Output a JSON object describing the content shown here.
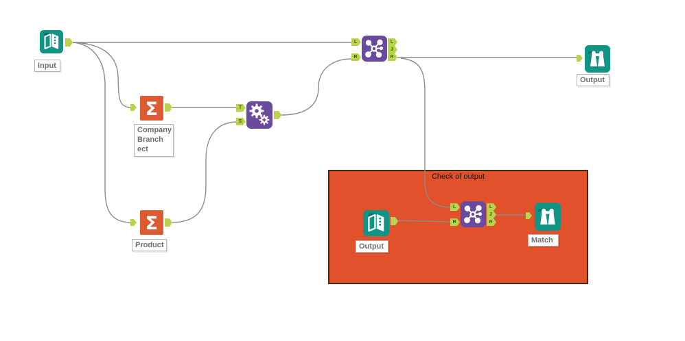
{
  "colors": {
    "canvas_bg": "#ffffff",
    "teal": "#0f9486",
    "teal_dark": "#0a7568",
    "orange": "#dd5b33",
    "purple": "#6a4a9e",
    "anchor_green": "#b8d44c",
    "wire": "#8c8c8c",
    "container_fill": "#e0512c",
    "container_border": "#3f2a16",
    "label_text": "#6f6f6f",
    "label_border": "#b3b3b3"
  },
  "workflow": {
    "nodes": {
      "input1": {
        "label": "Input"
      },
      "summarize1": {
        "label_line1": "Company",
        "label_line2": "Branch",
        "label_line3": "ect"
      },
      "summarize2": {
        "label": "Product"
      },
      "browse1": {
        "label": "Output"
      },
      "input2": {
        "label": "Output"
      },
      "browse2": {
        "label": "Match"
      },
      "container": {
        "title": "Check of output"
      }
    },
    "anchors": {
      "L": "L",
      "J": "J",
      "R": "R",
      "T": "T",
      "S": "S"
    },
    "glyphs": {
      "sigma": "Σ"
    }
  }
}
